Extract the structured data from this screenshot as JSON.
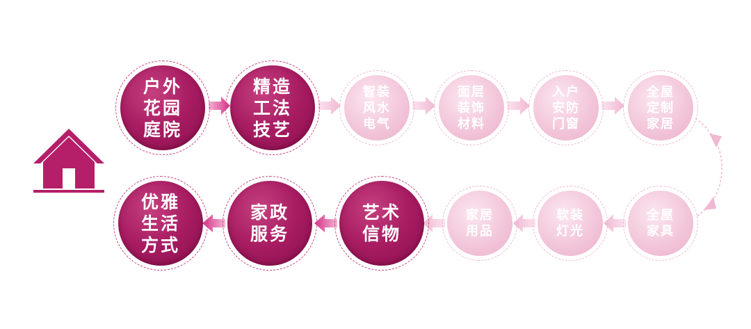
{
  "colors": {
    "dark_circle": "#a81c62",
    "light_circle": "#f2c4d9",
    "house": "#b51e68",
    "dark_arrow": "#d5308a",
    "light_arrow": "#f0b8d2"
  },
  "house_icon": "house-icon",
  "top_row": [
    {
      "lines": [
        "户外",
        "花园",
        "庭院"
      ]
    },
    {
      "lines": [
        "精造",
        "工法",
        "技艺"
      ]
    },
    {
      "lines": [
        "智装",
        "风水",
        "电气"
      ]
    },
    {
      "lines": [
        "面层",
        "装饰",
        "材料"
      ]
    },
    {
      "lines": [
        "入户",
        "安防",
        "门窗"
      ]
    },
    {
      "lines": [
        "全屋",
        "定制",
        "家居"
      ]
    }
  ],
  "bottom_row": [
    {
      "lines": [
        "全屋",
        "家具"
      ]
    },
    {
      "lines": [
        "软装",
        "灯光"
      ]
    },
    {
      "lines": [
        "家居",
        "用品"
      ]
    },
    {
      "lines": [
        "艺术",
        "信物"
      ]
    },
    {
      "lines": [
        "家政",
        "服务"
      ]
    },
    {
      "lines": [
        "优雅",
        "生活",
        "方式"
      ]
    }
  ]
}
